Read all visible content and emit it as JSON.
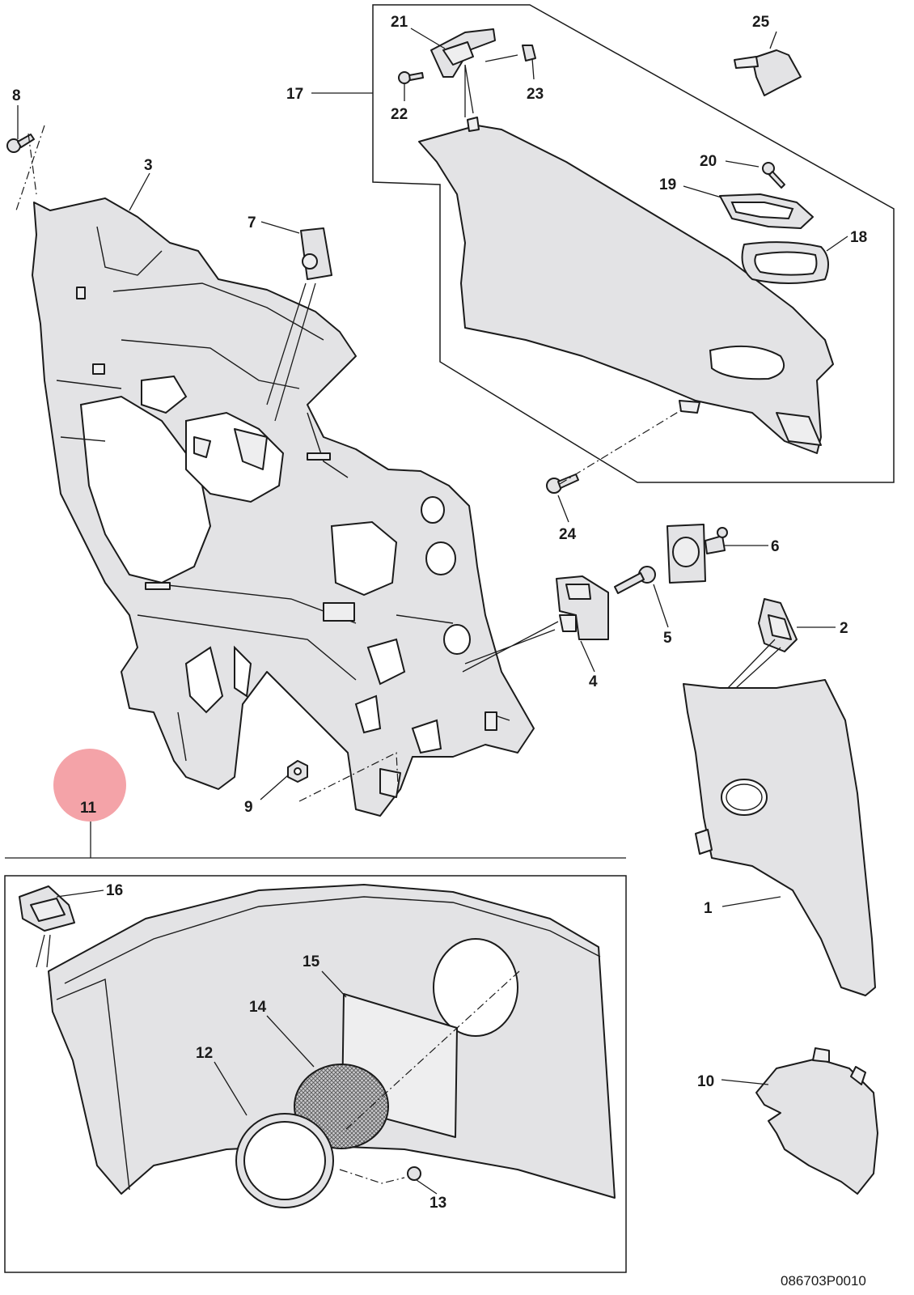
{
  "callouts": {
    "c1": "1",
    "c2": "2",
    "c3": "3",
    "c4": "4",
    "c5": "5",
    "c6": "6",
    "c7": "7",
    "c8": "8",
    "c9": "9",
    "c10": "10",
    "c11": "11",
    "c12": "12",
    "c13": "13",
    "c14": "14",
    "c15": "15",
    "c16": "16",
    "c17": "17",
    "c18": "18",
    "c19": "19",
    "c20": "20",
    "c21": "21",
    "c22": "22",
    "c23": "23",
    "c24": "24",
    "c25": "25"
  },
  "reference_code": "086703P0010",
  "highlight_color": "#f4a3a8"
}
